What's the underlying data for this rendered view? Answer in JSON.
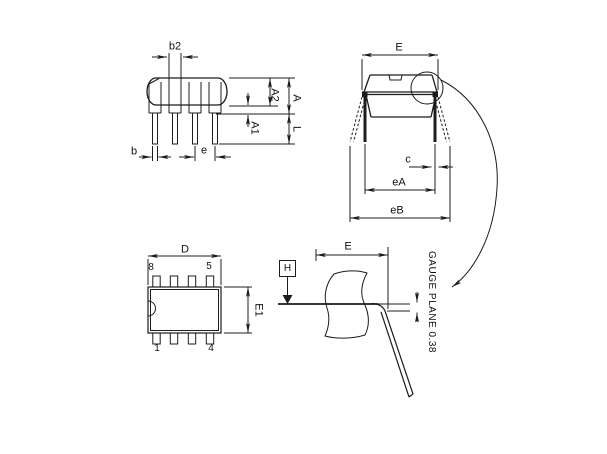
{
  "drawing": {
    "type": "mechanical-package-outline",
    "subject": "8-lead dual in-line package (DIP-8) dimension drawing",
    "colors": {
      "line": "#1c1c1c",
      "background": "#ffffff"
    },
    "views": {
      "side": {
        "name": "side view",
        "labels": {
          "b2": "b2",
          "A2": "A2",
          "A": "A",
          "A1": "A1",
          "L": "L",
          "b": "b",
          "e": "e"
        }
      },
      "end": {
        "name": "end view",
        "labels": {
          "E": "E",
          "c": "c",
          "eA": "eA",
          "eB": "eB"
        }
      },
      "top": {
        "name": "top view",
        "labels": {
          "D": "D",
          "E1": "E1"
        },
        "pins": {
          "p8": "8",
          "p5": "5",
          "p1": "1",
          "p4": "4"
        }
      },
      "detail": {
        "name": "lead bend detail",
        "labels": {
          "E": "E",
          "H": "H",
          "gauge": "GAUGE PLANE 0.38"
        }
      }
    }
  }
}
